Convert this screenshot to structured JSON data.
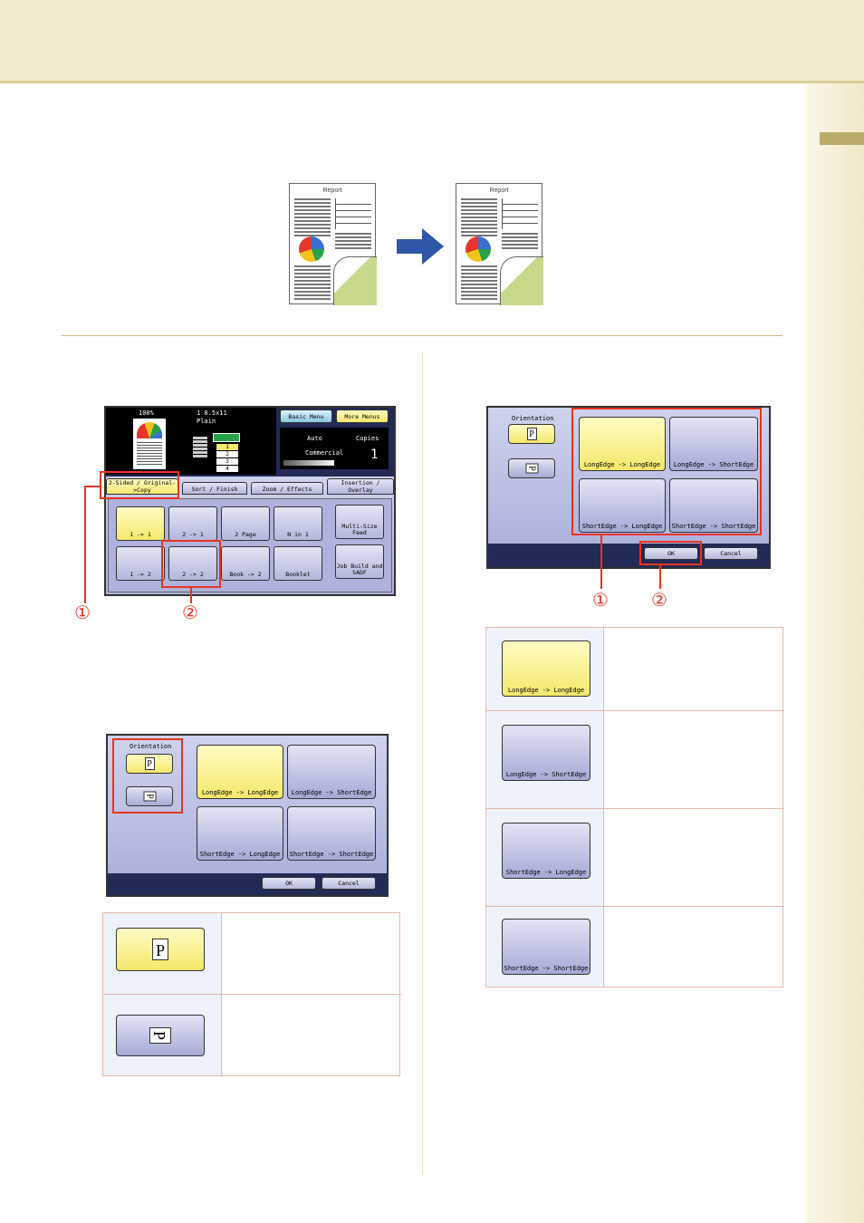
{
  "illustration": {
    "page_title": "Report"
  },
  "panel1": {
    "zoom": "100%",
    "paper_line1": "1 8.5x11",
    "paper_line2": "Plain",
    "basic_menu": "Basic Menu",
    "more_menus": "More Menus",
    "auto": "Auto",
    "commercial": "Commercial",
    "copies_label": "Copies",
    "copies_value": "1",
    "stack": [
      "1",
      "2",
      "3",
      "4"
    ],
    "tabs": [
      "2-Sided / Original->Copy",
      "Sort / Finish",
      "Zoom / Effects",
      "Insertion / Overlay"
    ],
    "buttons_row1": [
      "1 -> 1",
      "2 -> 1",
      "2 Page",
      "N in 1"
    ],
    "buttons_row2": [
      "1 -> 2",
      "2 -> 2",
      "Book -> 2",
      "Booklet"
    ],
    "multi_size": "Multi-Size Feed",
    "job_build": "Job Build and SADF"
  },
  "callouts": {
    "one": "①",
    "two": "②"
  },
  "orientation_panel": {
    "orientation_label": "Orientation",
    "portrait_glyph": "P",
    "landscape_glyph": "P",
    "edge_buttons": [
      "LongEdge -> LongEdge",
      "LongEdge -> ShortEdge",
      "ShortEdge -> LongEdge",
      "ShortEdge -> ShortEdge"
    ],
    "ok": "OK",
    "cancel": "Cancel"
  }
}
